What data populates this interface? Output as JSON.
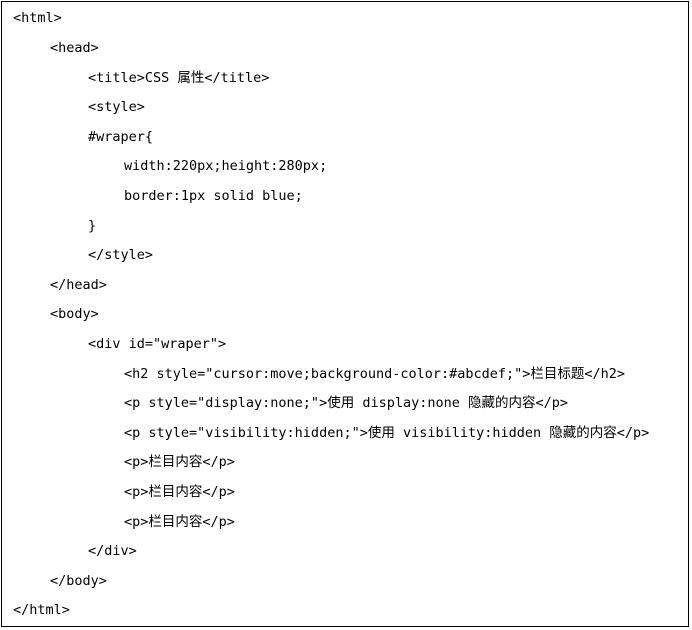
{
  "code_lines": [
    "<html>",
    "<head>",
    "<title>CSS 属性</title>",
    "<style>",
    "#wraper{",
    "width:220px;height:280px;",
    "border:1px solid blue;",
    "}",
    "</style>",
    "</head>",
    "<body>",
    "<div id=\"wraper\">",
    "<h2 style=\"cursor:move;background-color:#abcdef;\">栏目标题</h2>",
    "<p style=\"display:none;\">使用 display:none 隐藏的内容</p>",
    "<p style=\"visibility:hidden;\">使用 visibility:hidden 隐藏的内容</p>",
    "<p>栏目内容</p>",
    "<p>栏目内容</p>",
    "<p>栏目内容</p>",
    "</div>",
    "</body>",
    "</html>"
  ]
}
